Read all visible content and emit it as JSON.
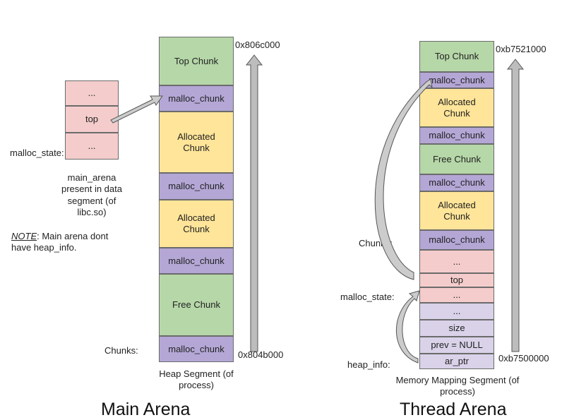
{
  "main": {
    "title": "Main Arena",
    "state_items": {
      "dots1": "...",
      "top": "top",
      "dots2": "..."
    },
    "malloc_state_label": "malloc_state:",
    "main_arena_note": "main_arena present in data segment (of libc.so)",
    "note_prefix": "NOTE",
    "note_text": ": Main arena dont have heap_info.",
    "chunks_label": "Chunks:",
    "addr_top": "0x806c000",
    "addr_bottom": "0x804b000",
    "segment_caption": "Heap Segment (of process)",
    "chunks": {
      "c0": "Top Chunk",
      "c1": "malloc_chunk",
      "c2": "Allocated Chunk",
      "c3": "malloc_chunk",
      "c4": "Allocated Chunk",
      "c5": "malloc_chunk",
      "c6": "Free Chunk",
      "c7": "malloc_chunk"
    }
  },
  "thread": {
    "title": "Thread Arena",
    "addr_top": "0xb7521000",
    "addr_bottom": "0xb7500000",
    "segment_caption": "Memory Mapping Segment (of process)",
    "chunks_label": "Chunks:",
    "malloc_state_label": "malloc_state:",
    "heap_info_label": "heap_info:",
    "chunks": {
      "t0": "Top Chunk",
      "t1": "malloc_chunk",
      "t2": "Allocated Chunk",
      "t3": "malloc_chunk",
      "t4": "Free Chunk",
      "t5": "malloc_chunk",
      "t6": "Allocated Chunk",
      "t7": "malloc_chunk",
      "t8": "...",
      "t9": "top",
      "t10": "...",
      "t11": "...",
      "t12": "size",
      "t13": "prev = NULL",
      "t14": "ar_ptr"
    }
  },
  "colors": {
    "top_chunk": "#b6d7a8",
    "malloc_chunk": "#b4a7d6",
    "allocated_chunk": "#ffe599",
    "free_chunk": "#b6d7a8",
    "malloc_state": "#f4cccc",
    "heap_info": "#d9d2e9",
    "arrow_fill": "#cccccc"
  }
}
